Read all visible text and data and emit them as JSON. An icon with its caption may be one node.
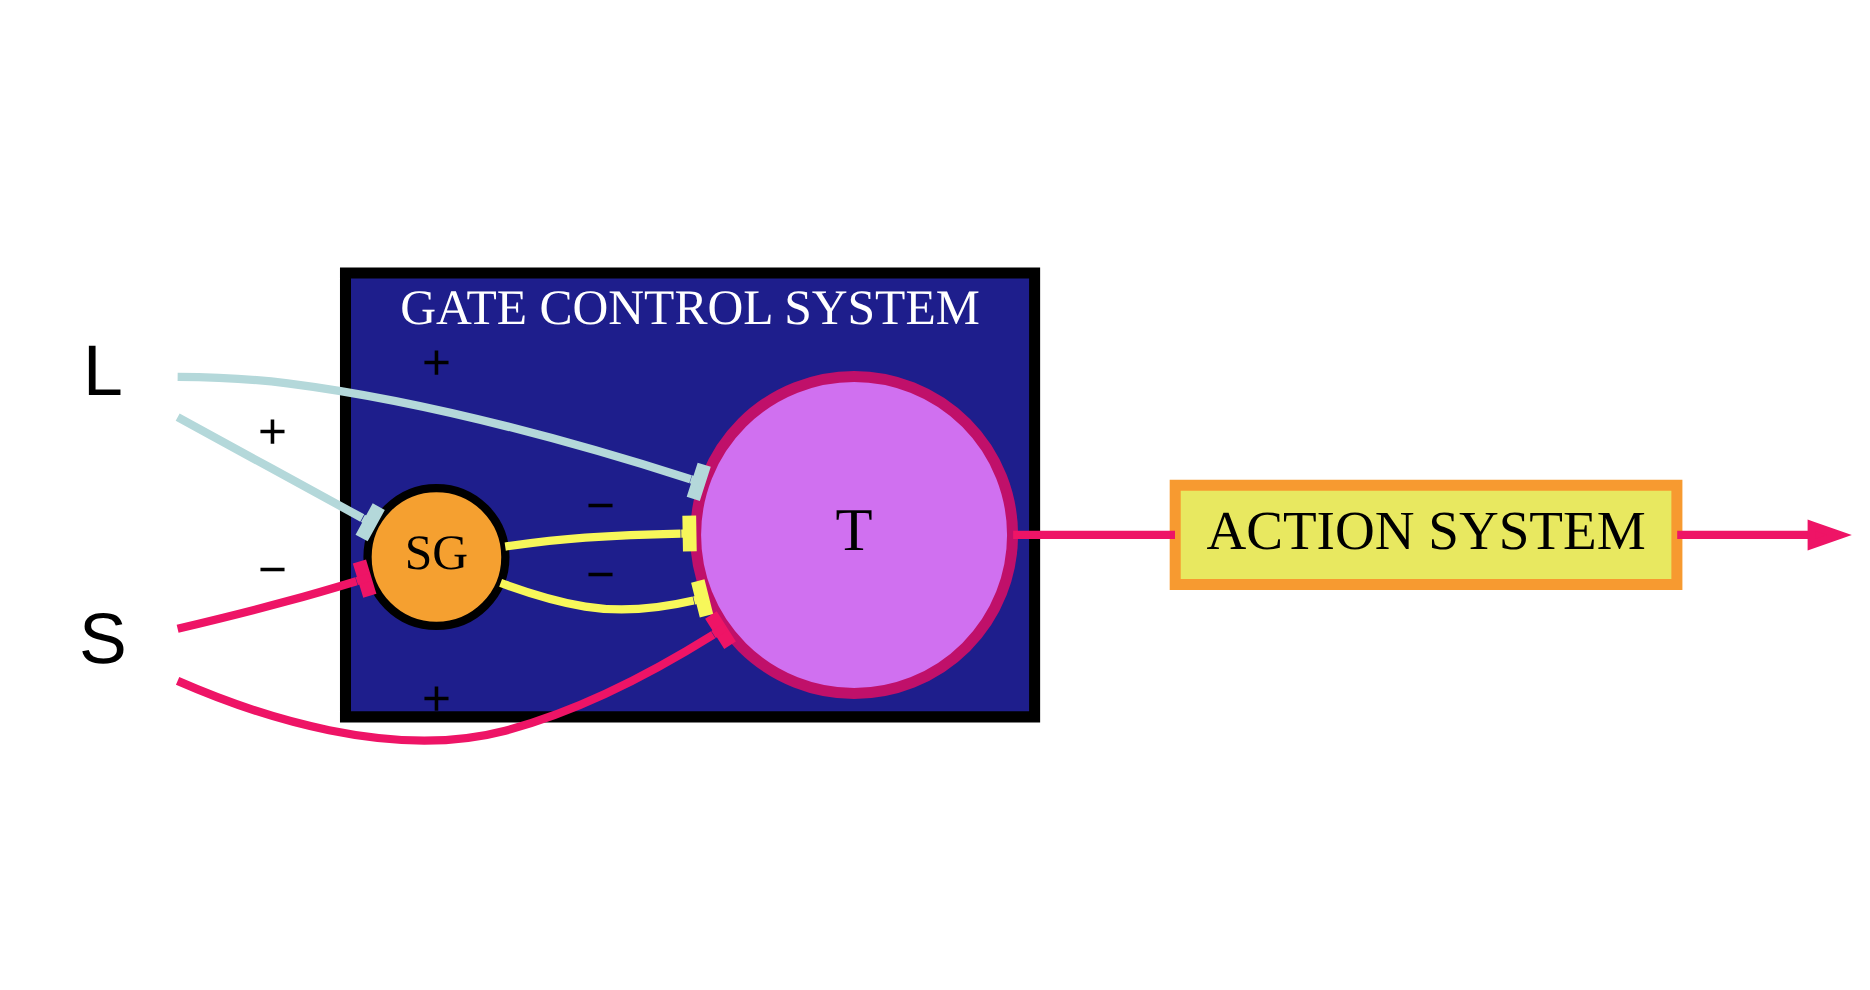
{
  "diagram": {
    "nodes": [
      {
        "text": [
          "GATE CONTROL SYSTEM"
        ]
      },
      {
        "text": [
          "L"
        ]
      },
      {
        "text": [
          "SG"
        ],
        "in": 0
      },
      {
        "text": [
          "T"
        ],
        "in": 0
      },
      {
        "text": [
          "S"
        ]
      },
      {
        "text": [
          "ACTION SYSTEM"
        ]
      }
    ],
    "edges": [
      {
        "from": 1,
        "to": 2,
        "arrow": "other",
        "label": "+",
        "color": "#b4d8da"
      },
      {
        "from": 1,
        "to": 3,
        "arrow": "other",
        "label": "+",
        "color": "#b4d8da"
      },
      {
        "from": 2,
        "to": 3,
        "arrow": "other",
        "label": "−",
        "color": "#f7f75a"
      },
      {
        "from": 2,
        "to": 3,
        "arrow": "other",
        "label": "−",
        "color": "#f7f75a"
      },
      {
        "from": 4,
        "to": 2,
        "arrow": "other",
        "label": "−"
      },
      {
        "from": 4,
        "to": 3,
        "arrow": "other",
        "label": "+"
      },
      {
        "from": 3,
        "to": 5,
        "arrow": "none"
      },
      {
        "from": 5,
        "to": null,
        "arrow": "to"
      }
    ]
  }
}
